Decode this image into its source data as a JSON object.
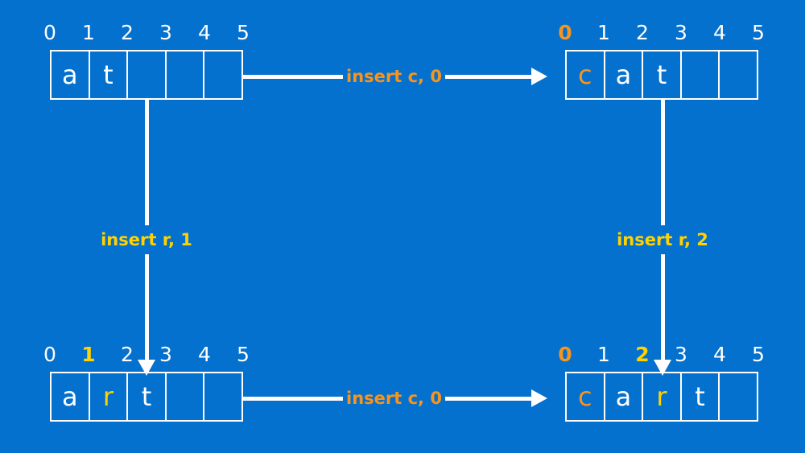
{
  "canvas": {
    "background_color": "#0571ce",
    "white": "#ffffff",
    "orange": "#f7941e",
    "yellow": "#ffd200"
  },
  "arrays": {
    "top_left": {
      "name": "array-at",
      "indices": [
        {
          "label": "0",
          "style": "plain"
        },
        {
          "label": "1",
          "style": "plain"
        },
        {
          "label": "2",
          "style": "plain"
        },
        {
          "label": "3",
          "style": "plain"
        },
        {
          "label": "4",
          "style": "plain"
        },
        {
          "label": "5",
          "style": "plain"
        }
      ],
      "cells": [
        {
          "value": "a",
          "style": "plain"
        },
        {
          "value": "t",
          "style": "plain"
        },
        {
          "value": "",
          "style": "plain"
        },
        {
          "value": "",
          "style": "plain"
        },
        {
          "value": "",
          "style": "plain"
        }
      ]
    },
    "top_right": {
      "name": "array-cat",
      "indices": [
        {
          "label": "0",
          "style": "orange"
        },
        {
          "label": "1",
          "style": "plain"
        },
        {
          "label": "2",
          "style": "plain"
        },
        {
          "label": "3",
          "style": "plain"
        },
        {
          "label": "4",
          "style": "plain"
        },
        {
          "label": "5",
          "style": "plain"
        }
      ],
      "cells": [
        {
          "value": "c",
          "style": "orange"
        },
        {
          "value": "a",
          "style": "plain"
        },
        {
          "value": "t",
          "style": "plain"
        },
        {
          "value": "",
          "style": "plain"
        },
        {
          "value": "",
          "style": "plain"
        }
      ]
    },
    "bottom_left": {
      "name": "array-art",
      "indices": [
        {
          "label": "0",
          "style": "plain"
        },
        {
          "label": "1",
          "style": "yellow"
        },
        {
          "label": "2",
          "style": "plain"
        },
        {
          "label": "3",
          "style": "plain"
        },
        {
          "label": "4",
          "style": "plain"
        },
        {
          "label": "5",
          "style": "plain"
        }
      ],
      "cells": [
        {
          "value": "a",
          "style": "plain"
        },
        {
          "value": "r",
          "style": "yellow"
        },
        {
          "value": "t",
          "style": "plain"
        },
        {
          "value": "",
          "style": "plain"
        },
        {
          "value": "",
          "style": "plain"
        }
      ]
    },
    "bottom_right": {
      "name": "array-cart",
      "indices": [
        {
          "label": "0",
          "style": "orange"
        },
        {
          "label": "1",
          "style": "plain"
        },
        {
          "label": "2",
          "style": "yellow"
        },
        {
          "label": "3",
          "style": "plain"
        },
        {
          "label": "4",
          "style": "plain"
        },
        {
          "label": "5",
          "style": "plain"
        }
      ],
      "cells": [
        {
          "value": "c",
          "style": "orange"
        },
        {
          "value": "a",
          "style": "plain"
        },
        {
          "value": "r",
          "style": "yellow"
        },
        {
          "value": "t",
          "style": "plain"
        },
        {
          "value": "",
          "style": "plain"
        }
      ]
    }
  },
  "arrows": {
    "top_horizontal": {
      "label": "insert c, 0",
      "color": "#f7941e"
    },
    "bottom_horizontal": {
      "label": "insert c, 0",
      "color": "#f7941e"
    },
    "left_vertical": {
      "label": "insert r, 1",
      "color": "#ffd200"
    },
    "right_vertical": {
      "label": "insert r, 2",
      "color": "#ffd200"
    }
  }
}
